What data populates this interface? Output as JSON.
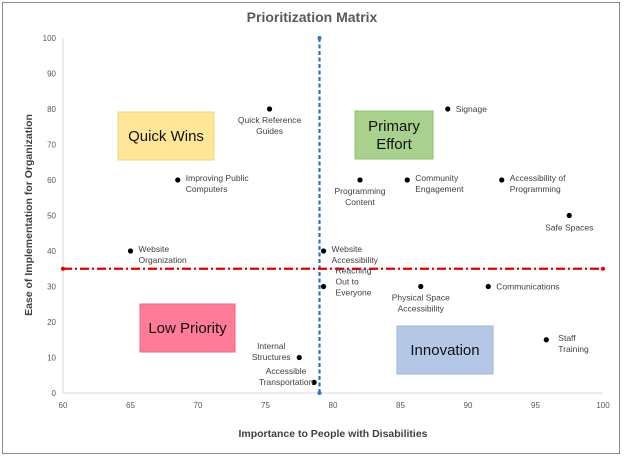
{
  "chart_data": {
    "type": "scatter",
    "title": "Prioritization Matrix",
    "xlabel": "Importance to People with Disabilities",
    "ylabel": "Ease of Implementation for Organization",
    "xlim": [
      60,
      100
    ],
    "ylim": [
      0,
      100
    ],
    "x_ticks": [
      "60",
      "65",
      "70",
      "75",
      "80",
      "85",
      "90",
      "95",
      "100"
    ],
    "y_ticks": [
      "0",
      "10",
      "20",
      "30",
      "40",
      "50",
      "60",
      "70",
      "80",
      "90",
      "100"
    ],
    "grid": false,
    "threshold_lines": {
      "vertical_x": 79,
      "horizontal_y": 35
    },
    "colors": {
      "vertical_line": "#2e75b6",
      "horizontal_line": "#e00000",
      "points": "#000000"
    },
    "points": [
      {
        "label": [
          "Signage"
        ],
        "x": 88.5,
        "y": 80,
        "anchor": "right"
      },
      {
        "label": [
          "Quick Reference",
          "Guides"
        ],
        "x": 75.3,
        "y": 80,
        "anchor": "below"
      },
      {
        "label": [
          "Improving Public",
          "Computers"
        ],
        "x": 68.5,
        "y": 60,
        "anchor": "right"
      },
      {
        "label": [
          "Programming",
          "Content"
        ],
        "x": 82,
        "y": 60,
        "anchor": "below"
      },
      {
        "label": [
          "Community",
          "Engagement"
        ],
        "x": 85.5,
        "y": 60,
        "anchor": "right"
      },
      {
        "label": [
          "Accessibility of",
          "Programming"
        ],
        "x": 92.5,
        "y": 60,
        "anchor": "right"
      },
      {
        "label": [
          "Safe Spaces"
        ],
        "x": 97.5,
        "y": 50,
        "anchor": "below"
      },
      {
        "label": [
          "Website",
          "Organization"
        ],
        "x": 65,
        "y": 40,
        "anchor": "right"
      },
      {
        "label": [
          "Website",
          "Accessibility"
        ],
        "x": 79.3,
        "y": 40,
        "anchor": "right"
      },
      {
        "label": [
          "Reaching",
          "Out to",
          "Everyone"
        ],
        "x": 79.3,
        "y": 30,
        "anchor": "rightup"
      },
      {
        "label": [
          "Physical Space",
          "Accessibility"
        ],
        "x": 86.5,
        "y": 30,
        "anchor": "below"
      },
      {
        "label": [
          "Communications"
        ],
        "x": 91.5,
        "y": 30,
        "anchor": "right"
      },
      {
        "label": [
          "Staff",
          "Training"
        ],
        "x": 95.8,
        "y": 15,
        "anchor": "rightup"
      },
      {
        "label": [
          "Internal",
          "Structures"
        ],
        "x": 77.5,
        "y": 10,
        "anchor": "left"
      },
      {
        "label": [
          "Accessible",
          "Transportation"
        ],
        "x": 78.6,
        "y": 3,
        "anchor": "left"
      }
    ],
    "quadrants": [
      {
        "label": [
          "Quick Wins"
        ],
        "fill": "#ffe699",
        "stroke": "#f2d47c"
      },
      {
        "label": [
          "Primary",
          "Effort"
        ],
        "fill": "#a9d18e",
        "stroke": "#8fbf70"
      },
      {
        "label": [
          "Low Priority"
        ],
        "fill": "#ff7c99",
        "stroke": "#ef6585"
      },
      {
        "label": [
          "Innovation"
        ],
        "fill": "#b4c7e7",
        "stroke": "#9fb5da"
      }
    ]
  }
}
